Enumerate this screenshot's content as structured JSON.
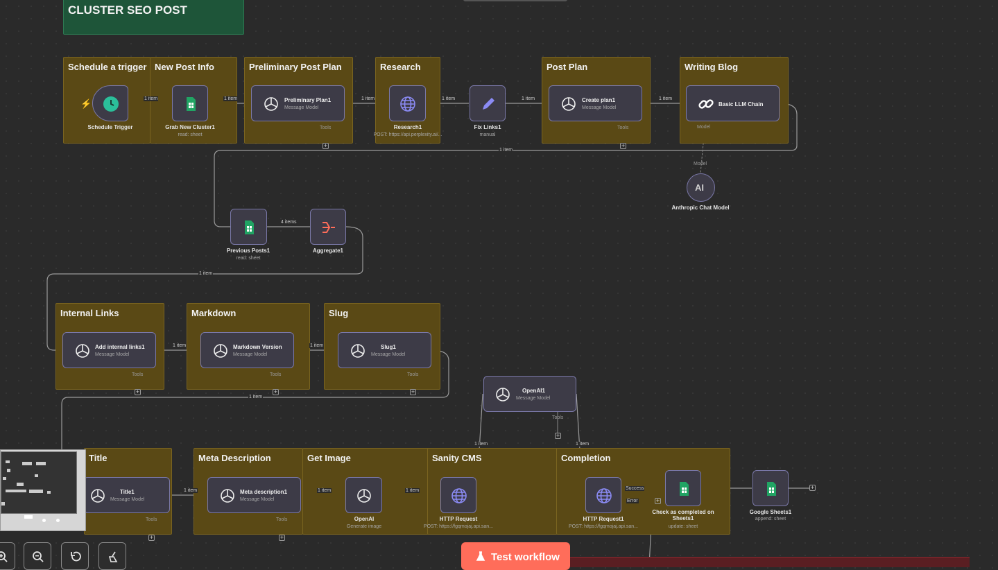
{
  "sticky_notes": {
    "cluster": "CLUSTER SEO POST",
    "schedule": "Schedule a trigger",
    "new_post": "New Post Info",
    "prelim": "Preliminary Post Plan",
    "research": "Research",
    "post_plan": "Post Plan",
    "writing": "Writing Blog",
    "internal_links": "Internal Links",
    "markdown": "Markdown",
    "slug": "Slug",
    "title": "Title",
    "meta": "Meta Description",
    "get_image": "Get Image",
    "sanity": "Sanity CMS",
    "completion": "Completion"
  },
  "nodes": {
    "schedule_trigger": {
      "title": "Schedule Trigger"
    },
    "grab_cluster": {
      "title": "Grab New Cluster1",
      "sub": "read: sheet"
    },
    "prelim_plan": {
      "title": "Preliminary Plan1",
      "sub": "Message Model"
    },
    "research1": {
      "title": "Research1",
      "sub": "POST: https://api.perplexity.ai/..."
    },
    "fix_links": {
      "title": "Fix Links1",
      "sub": "manual"
    },
    "create_plan": {
      "title": "Create plan1",
      "sub": "Message Model"
    },
    "basic_llm": {
      "title": "Basic LLM Chain"
    },
    "anthropic": {
      "title": "Anthropic Chat Model",
      "sub": "Model"
    },
    "previous_posts": {
      "title": "Previous Posts1",
      "sub": "read: sheet"
    },
    "aggregate": {
      "title": "Aggregate1"
    },
    "add_links": {
      "title": "Add internal links1",
      "sub": "Message Model"
    },
    "markdown_version": {
      "title": "Markdown Version",
      "sub": "Message Model"
    },
    "slug1": {
      "title": "Slug1",
      "sub": "Message Model"
    },
    "openai1": {
      "title": "OpenAI1",
      "sub": "Message Model"
    },
    "title1": {
      "title": "Title1",
      "sub": "Message Model"
    },
    "meta_desc": {
      "title": "Meta description1",
      "sub": "Message Model"
    },
    "openai": {
      "title": "OpenAI",
      "sub": "Generate image"
    },
    "http_request": {
      "title": "HTTP Request",
      "sub": "POST: https://fgqmojaj.api.san..."
    },
    "http_request1": {
      "title": "HTTP Request1",
      "sub": "POST: https://fgqmojaj.api.san..."
    },
    "check_completed": {
      "title": "Check as completed on Sheets1",
      "sub": "update: sheet"
    },
    "google_sheets1": {
      "title": "Google Sheets1",
      "sub": "append: sheet"
    }
  },
  "connections": {
    "one_item": "1 item",
    "four_items": "4 items",
    "tools": "Tools",
    "model": "Model",
    "success": "Success",
    "error": "Error"
  },
  "toolbar": {
    "test_workflow": "Test workflow"
  },
  "icons": [
    "clock-icon",
    "sheets-icon",
    "openai-icon",
    "globe-icon",
    "pencil-icon",
    "link-icon",
    "anthropic-icon",
    "aggregate-icon",
    "lightning-icon",
    "zoom-in-icon",
    "zoom-out-icon",
    "reset-icon",
    "cleanup-icon",
    "flask-icon"
  ],
  "colors": {
    "canvas": "#2a2a2a",
    "sticky_yellow": "#5a4915",
    "sticky_green": "#1e5539",
    "node_bg": "#3d3b47",
    "test_button": "#ff6d5a"
  }
}
